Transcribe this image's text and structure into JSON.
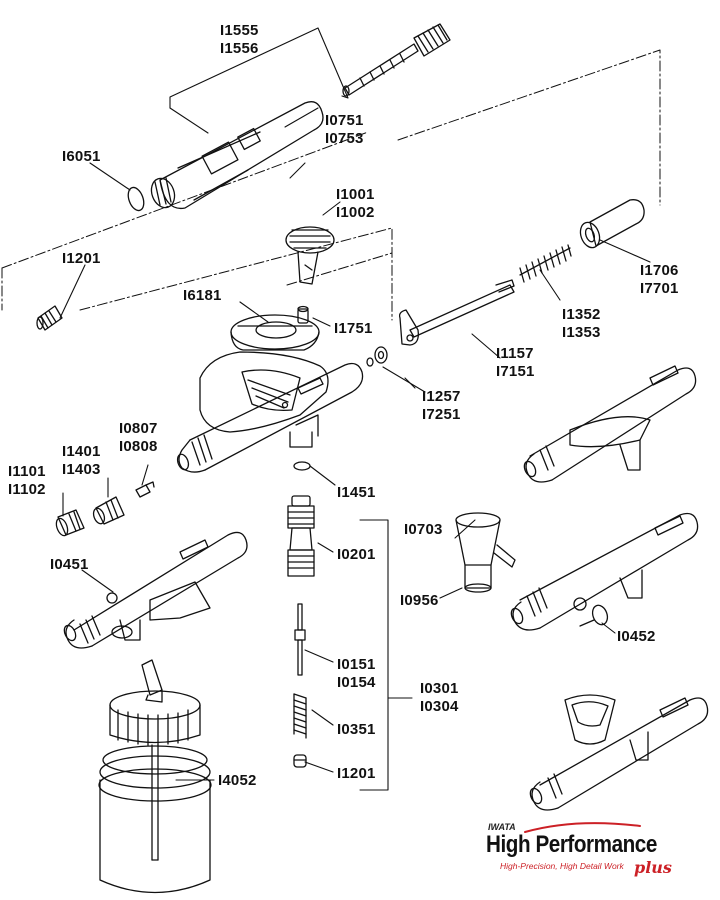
{
  "labels": {
    "l1": "I1555\nI1556",
    "l2": "I0751\nI0753",
    "l3": "I6051",
    "l4": "I1001\nI1002",
    "l5": "I1201",
    "l6": "I1706\nI7701",
    "l7": "I6181",
    "l8": "I1751",
    "l9": "I1352\nI1353",
    "l10": "I1157\nI7151",
    "l11": "I1257\nI7251",
    "l12": "I0807\nI0808",
    "l13": "I1401\nI1403",
    "l14": "I1101\nI1102",
    "l15": "I1451",
    "l16": "I0703",
    "l17": "I0201",
    "l18": "I0451",
    "l19": "I0956",
    "l20": "I0452",
    "l21": "I0151\nI0154",
    "l22": "I0301\nI0304",
    "l23": "I0351",
    "l24": "I1201",
    "l25": "I4052"
  },
  "logo": {
    "brand": "IWATA",
    "title": "High Performance",
    "tagline": "High-Precision, High Detail Work",
    "plus": "plus",
    "accent_color": "#cc2026"
  }
}
